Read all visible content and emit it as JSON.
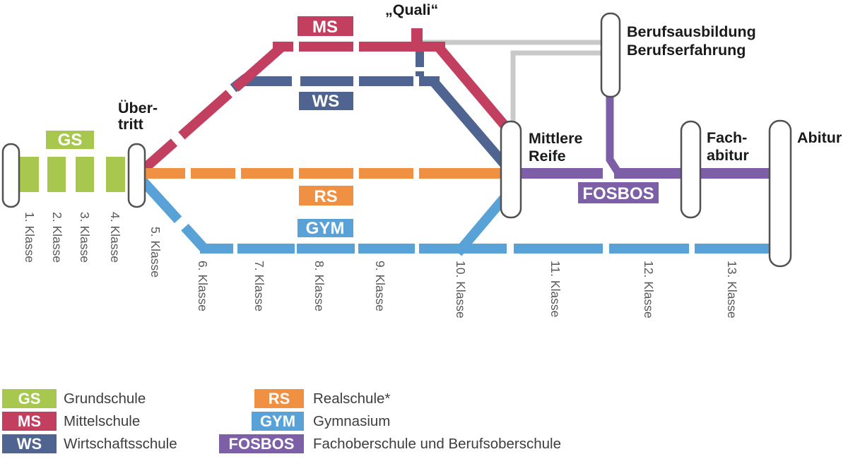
{
  "colors": {
    "gs": "#a7c74f",
    "ms": "#c23f60",
    "ws": "#4f6490",
    "rs": "#ef9042",
    "gym": "#59a2d8",
    "fosbos": "#7c5fa7",
    "transfer_gray": "#c9c9c9",
    "station_border": "#515151",
    "class_label_text": "#595959",
    "legend_text": "#3d3d3c",
    "station_label_text": "#1a1a1a"
  },
  "badges": {
    "gs": "GS",
    "ms": "MS",
    "ws": "WS",
    "rs": "RS",
    "gym": "GYM",
    "fosbos": "FOSBOS"
  },
  "stations": {
    "uebertritt": {
      "line1": "Über-",
      "line2": "tritt"
    },
    "quali": {
      "label": "„Quali“"
    },
    "berufsausbildung": {
      "line1": "Berufsausbildung",
      "line2": "Berufserfahrung"
    },
    "mittlere_reife": {
      "line1": "Mittlere",
      "line2": "Reife"
    },
    "fachabitur": {
      "line1": "Fach-",
      "line2": "abitur"
    },
    "abitur": {
      "label": "Abitur"
    }
  },
  "class_labels": [
    "1. Klasse",
    "2. Klasse",
    "3. Klasse",
    "4. Klasse",
    "5. Klasse",
    "6. Klasse",
    "7. Klasse",
    "8. Klasse",
    "9. Klasse",
    "10. Klasse",
    "11. Klasse",
    "12. Klasse",
    "13. Klasse"
  ],
  "legend": [
    {
      "badge": "GS",
      "label": "Grundschule"
    },
    {
      "badge": "MS",
      "label": "Mittelschule"
    },
    {
      "badge": "WS",
      "label": "Wirtschaftsschule"
    },
    {
      "badge": "RS",
      "label": "Realschule*"
    },
    {
      "badge": "GYM",
      "label": "Gymnasium"
    },
    {
      "badge": "FOSBOS",
      "label": "Fachoberschule und Berufsoberschule"
    }
  ]
}
